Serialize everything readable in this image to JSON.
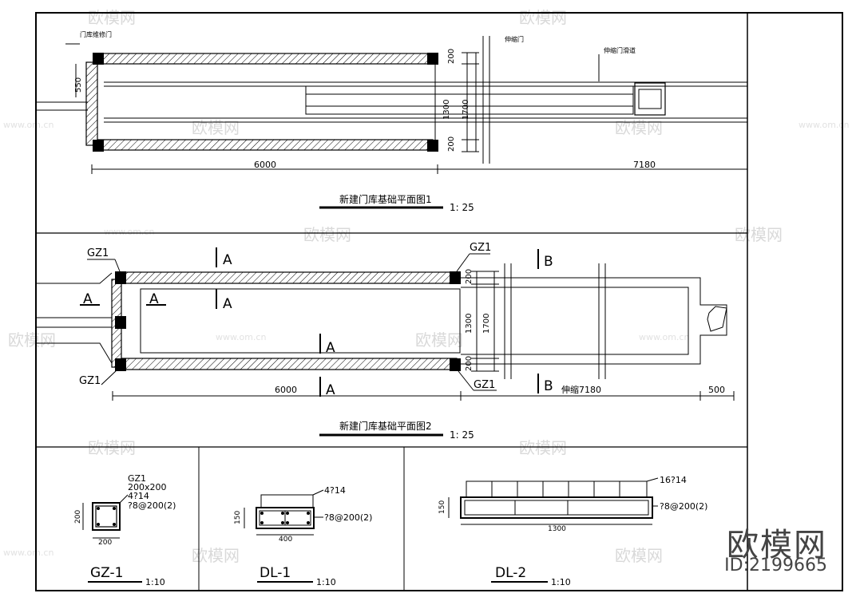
{
  "plan1": {
    "title": "新建门库基础平面图1",
    "scale": "1: 25",
    "label_gate_repair": "门库维修门",
    "label_sliding_gate": "伸缩门",
    "label_sliding_rail": "伸缩门滑道",
    "dim_550": "550",
    "dim_200_top": "200",
    "dim_1300": "1300",
    "dim_1700": "1700",
    "dim_200_bottom": "200",
    "dim_6000": "6000",
    "dim_7180": "7180"
  },
  "plan2": {
    "title": "新建门库基础平面图2",
    "scale": "1: 25",
    "gz1_tl": "GZ1",
    "gz1_bl": "GZ1",
    "gz1_tr": "GZ1",
    "gz1_br": "GZ1",
    "sec_a_top": "A",
    "sec_a_mid": "A",
    "sec_a_left": "A",
    "sec_a_inner": "A",
    "sec_a_bot1": "A",
    "sec_a_bot2": "A",
    "sec_b_top": "B",
    "sec_b_bot": "B",
    "dim_200_top": "200",
    "dim_1300": "1300",
    "dim_1700": "1700",
    "dim_200_bottom": "200",
    "dim_6000": "6000",
    "dim_7180": "伸缩7180",
    "dim_500": "500"
  },
  "gz1": {
    "name": "GZ1",
    "size": "200x200",
    "bars": "4?14",
    "stirrup": "?8@200(2)",
    "dim_h": "200",
    "dim_w": "200",
    "title": "GZ-1",
    "scale": "1:10"
  },
  "dl1": {
    "bars": "4?14",
    "stirrup": "?8@200(2)",
    "dim_h": "150",
    "dim_w": "400",
    "title": "DL-1",
    "scale": "1:10"
  },
  "dl2": {
    "bars": "16?14",
    "stirrup": "?8@200(2)",
    "dim_h": "150",
    "dim_w": "1300",
    "title": "DL-2",
    "scale": "1:10"
  },
  "watermark": {
    "brand": "欧模网",
    "url": "www.om.cn",
    "logo_large": "欧模网",
    "id": "ID:2199665"
  }
}
